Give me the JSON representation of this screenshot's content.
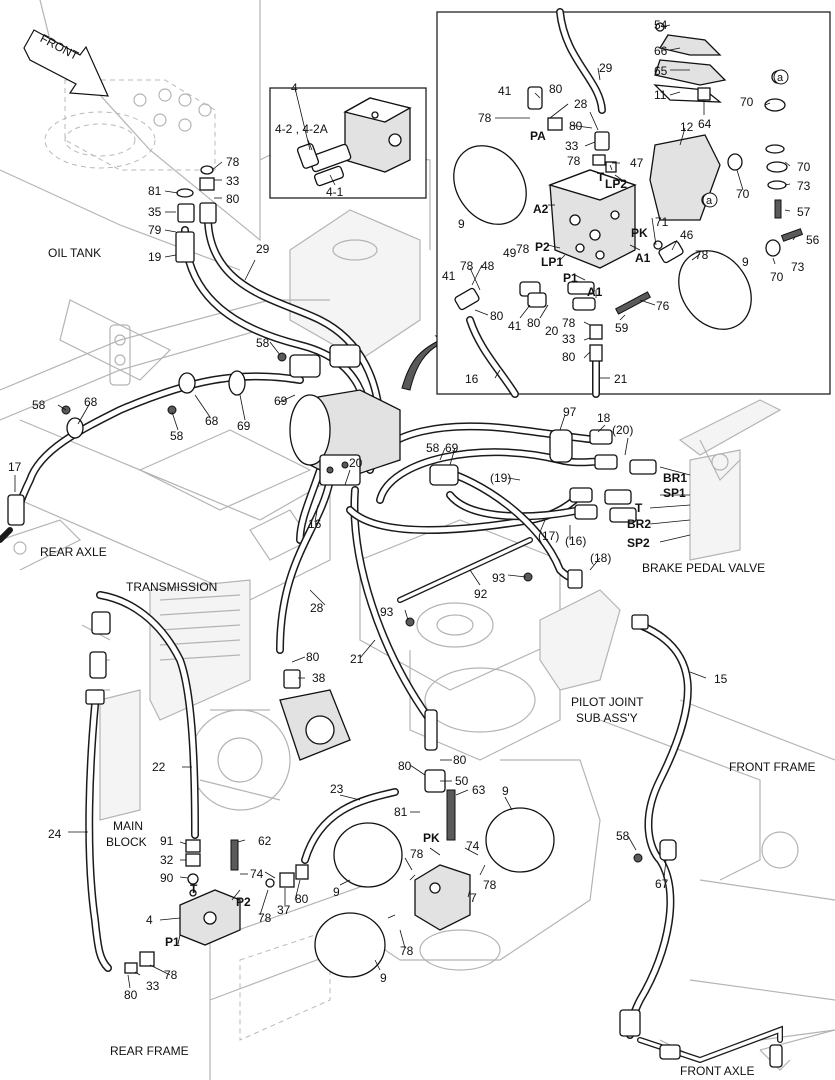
{
  "callouts": {
    "c54": "54",
    "c66": "66",
    "c65": "65",
    "c11": "11",
    "c29": "29",
    "c41": "41",
    "c80": "80",
    "c28": "28",
    "c78": "78",
    "c4": "4",
    "c4_2": "4-2 , 4-2A",
    "c4_1": "4-1",
    "c12": "12",
    "c64": "64",
    "c70": "70",
    "c73": "73",
    "c57": "57",
    "c56": "56",
    "c33": "33",
    "c47": "47",
    "c71": "71",
    "c46": "46",
    "c9": "9",
    "c81": "81",
    "c35": "35",
    "c79": "79",
    "c19": "19",
    "c48": "48",
    "c49": "49",
    "c76": "76",
    "c20": "20",
    "c59": "59",
    "c16": "16",
    "c21": "21",
    "c58": "58",
    "c68": "68",
    "c69": "69",
    "c17": "17",
    "c97": "97",
    "c18": "18",
    "c18p": "(18)",
    "c20p": "(20)",
    "c19p": "(19)",
    "c17p": "(17)",
    "c16p": "(16)",
    "c93": "93",
    "c92": "92",
    "c38": "38",
    "c15": "15",
    "c22": "22",
    "c23": "23",
    "c24": "24",
    "c50": "50",
    "c63": "63",
    "c62": "62",
    "c74": "74",
    "c91": "91",
    "c32": "32",
    "c90": "90",
    "c37": "37",
    "c67": "67",
    "c7": "7"
  },
  "ports": {
    "PA": "PA",
    "T": "T",
    "LP2": "LP2",
    "A2": "A2",
    "PK": "PK",
    "P2": "P2",
    "LP1": "LP1",
    "P1": "P1",
    "A1": "A1",
    "BR1": "BR1",
    "SP1": "SP1",
    "BR2": "BR2",
    "SP2": "SP2",
    "circle_a": "a"
  },
  "labels": {
    "front": "FRONT",
    "oil_tank": "OIL TANK",
    "rear_axle": "REAR AXLE",
    "transmission": "TRANSMISSION",
    "brake_pedal_valve": "BRAKE PEDAL VALVE",
    "pilot_joint_line1": "PILOT JOINT",
    "pilot_joint_line2": "SUB ASS'Y",
    "front_frame": "FRONT FRAME",
    "main_block_line1": "MAIN",
    "main_block_line2": "BLOCK",
    "rear_frame": "REAR FRAME",
    "front_axle": "FRONT AXLE"
  }
}
